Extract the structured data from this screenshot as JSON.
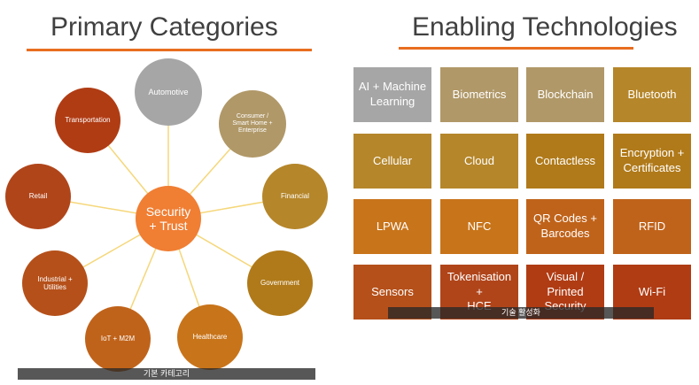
{
  "left": {
    "title": "Primary Categories",
    "center": "Security\n+ Trust",
    "nodes": [
      {
        "label": "Automotive",
        "color": "#a6a6a6"
      },
      {
        "label": "Consumer /\nSmart Home +\nEnterprise",
        "color": "#b09868"
      },
      {
        "label": "Financial",
        "color": "#b5862a"
      },
      {
        "label": "Government",
        "color": "#b07a1a"
      },
      {
        "label": "Healthcare",
        "color": "#c8741a"
      },
      {
        "label": "IoT + M2M",
        "color": "#c0631a"
      },
      {
        "label": "Industrial +\nUtilities",
        "color": "#b5501a"
      },
      {
        "label": "Retail",
        "color": "#b0451a"
      },
      {
        "label": "Transportation",
        "color": "#b03c14"
      }
    ],
    "caption": "기본 카테고리",
    "colors": {
      "center": "#f07e33",
      "spoke": "#f5d77a",
      "accent": "#e86d1f"
    }
  },
  "right": {
    "title": "Enabling Technologies",
    "tiles": [
      {
        "label": "AI + Machine\nLearning",
        "color": "#a6a6a6"
      },
      {
        "label": "Biometrics",
        "color": "#b09868"
      },
      {
        "label": "Blockchain",
        "color": "#b09868"
      },
      {
        "label": "Bluetooth",
        "color": "#b5862a"
      },
      {
        "label": "Cellular",
        "color": "#b5862a"
      },
      {
        "label": "Cloud",
        "color": "#b5862a"
      },
      {
        "label": "Contactless",
        "color": "#b07a1a"
      },
      {
        "label": "Encryption +\nCertificates",
        "color": "#b07a1a"
      },
      {
        "label": "LPWA",
        "color": "#c8741a"
      },
      {
        "label": "NFC",
        "color": "#c8741a"
      },
      {
        "label": "QR Codes +\nBarcodes",
        "color": "#c0631a"
      },
      {
        "label": "RFID",
        "color": "#c0631a"
      },
      {
        "label": "Sensors",
        "color": "#b5501a"
      },
      {
        "label": "Tokenisation +\nHCE",
        "color": "#b0451a"
      },
      {
        "label": "Visual /\nPrinted\nSecurity",
        "color": "#b03c14"
      },
      {
        "label": "Wi-Fi",
        "color": "#b03c14"
      }
    ],
    "caption": "기술 활성화"
  }
}
